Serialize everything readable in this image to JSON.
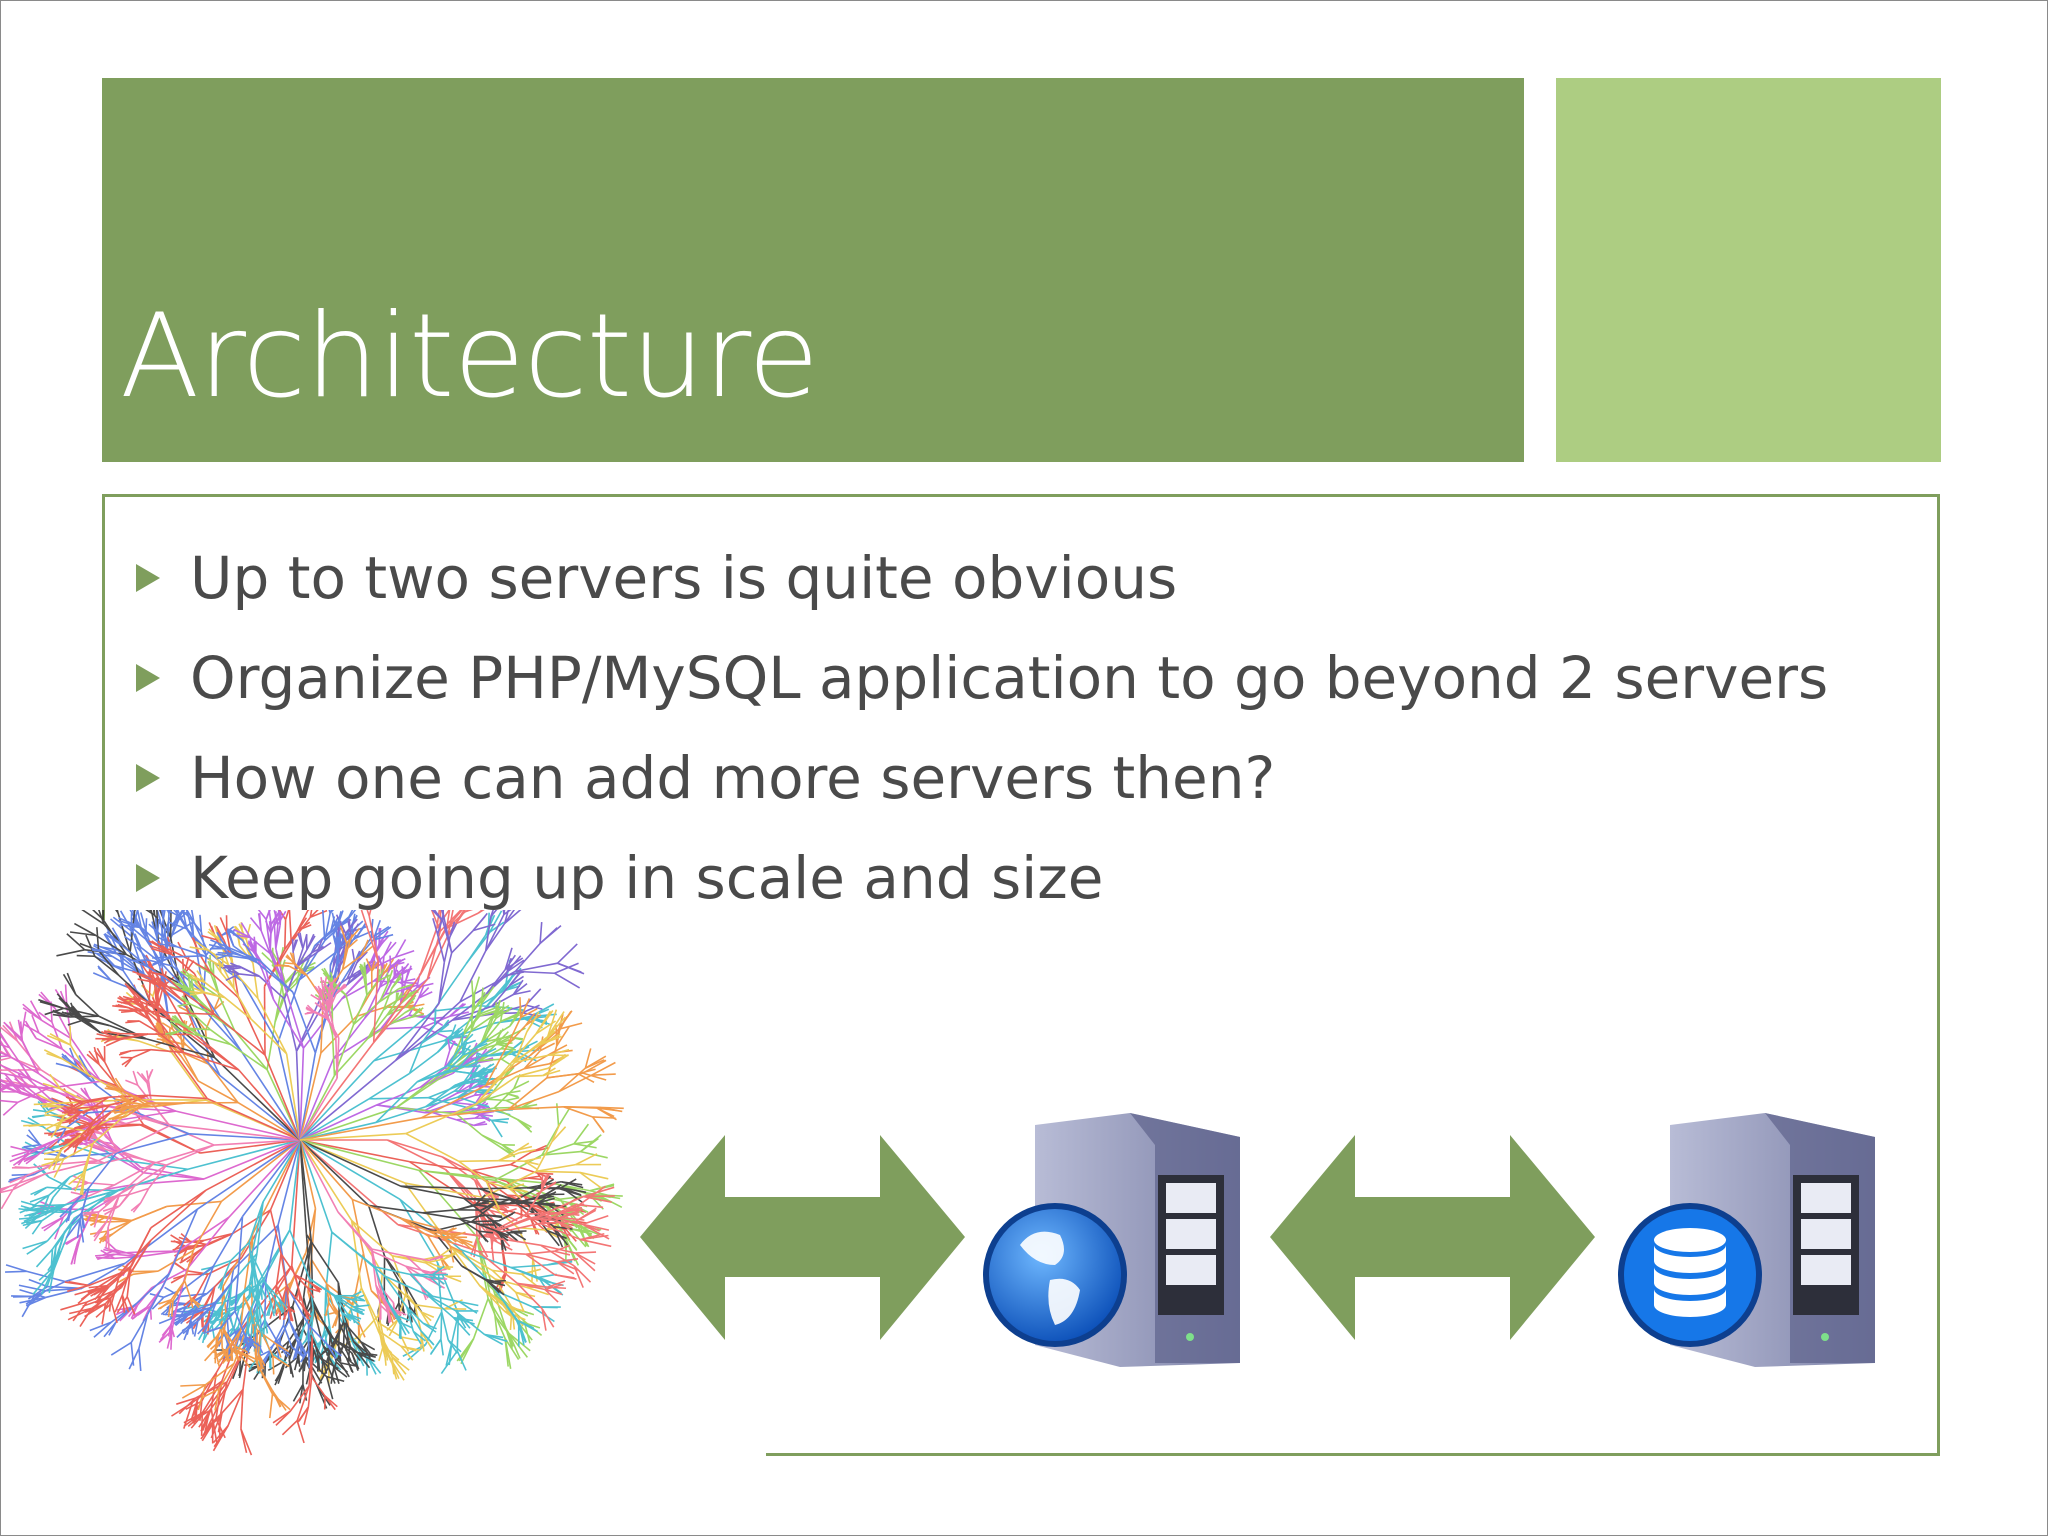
{
  "slide": {
    "title": "Architecture",
    "bullets": [
      "Up to two servers is quite obvious",
      "Organize PHP/MySQL application to go beyond 2 servers",
      "How one can add more servers then?",
      "Keep going up in scale and size"
    ]
  },
  "colors": {
    "title_bar": "#7f9e5d",
    "accent_block": "#adcd82",
    "arrow": "#7f9e5d",
    "text": "#4a4a4a"
  },
  "diagram": {
    "nodes": [
      "internet-map-icon",
      "web-server-icon",
      "database-server-icon"
    ],
    "connectors": [
      "double-arrow-icon",
      "double-arrow-icon"
    ]
  }
}
